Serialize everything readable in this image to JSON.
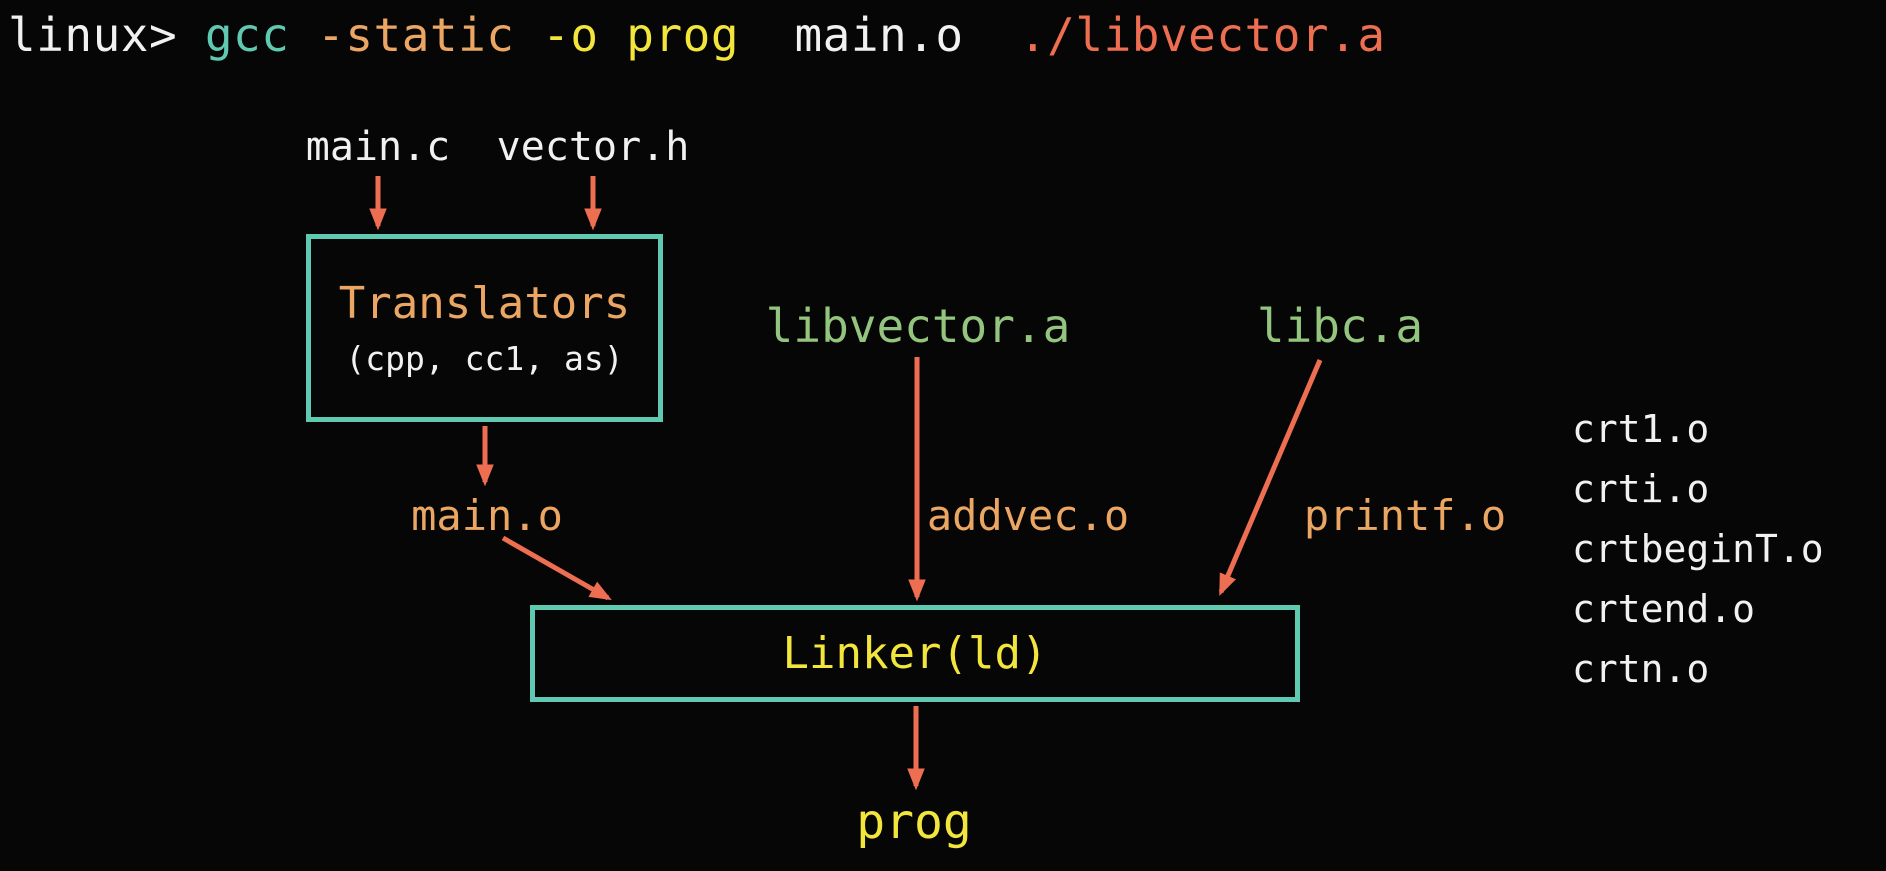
{
  "colors": {
    "teal": "#5FC9B1",
    "orange": "#EAA662",
    "yellow": "#F2E63C",
    "green": "#94C57E",
    "salmon": "#EE6E52",
    "white": "#F1F1F1",
    "background": "#060606"
  },
  "terminal": {
    "tokens": [
      {
        "text": "linux>",
        "color": "white"
      },
      {
        "text": "gcc",
        "color": "teal"
      },
      {
        "text": "-static",
        "color": "orange"
      },
      {
        "text": "-o",
        "color": "yellow"
      },
      {
        "text": "prog",
        "color": "yellow"
      },
      {
        "text": "main.o",
        "color": "white"
      },
      {
        "text": "./libvector.a",
        "color": "salmon"
      }
    ]
  },
  "diagram": {
    "sources": {
      "main_c": "main.c",
      "vector_h": "vector.h"
    },
    "translators": {
      "title": "Translators",
      "subtitle": "(cpp, cc1, as)"
    },
    "libraries": {
      "libvector": "libvector.a",
      "libc": "libc.a"
    },
    "objects": {
      "main_o": "main.o",
      "addvec_o": "addvec.o",
      "printf_o": "printf.o"
    },
    "linker": {
      "title": "Linker(ld)"
    },
    "output": {
      "prog": "prog"
    },
    "crt_files": [
      "crt1.o",
      "crti.o",
      "crtbeginT.o",
      "crtend.o",
      "crtn.o"
    ]
  }
}
